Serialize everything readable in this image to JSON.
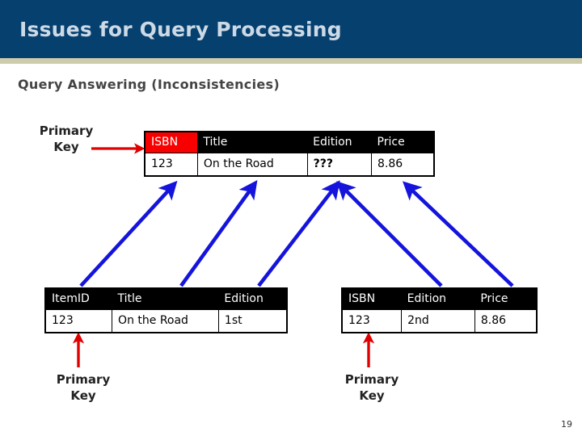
{
  "header": {
    "title": "Issues for Query Processing",
    "bar_color": "#06406f",
    "title_color": "#ccd9e6",
    "rule_color": "#ccccaa"
  },
  "subtitle": "Query Answering (Inconsistencies)",
  "labels": {
    "primary_key_top_line1": "Primary",
    "primary_key_top_line2": "Key",
    "primary_key_left_line1": "Primary",
    "primary_key_left_line2": "Key",
    "primary_key_right_line1": "Primary",
    "primary_key_right_line2": "Key"
  },
  "tables": {
    "query_result": {
      "name": "query-result-table",
      "headers": [
        "ISBN",
        "Title",
        "Edition",
        "Price"
      ],
      "rows": [
        [
          "123",
          "On the Road",
          "???",
          "8.86"
        ]
      ],
      "primary_key_column": "ISBN",
      "highlight_color": "#f80000",
      "missing_value_color": "#cc0000"
    },
    "items": {
      "name": "items-source-table",
      "headers": [
        "ItemID",
        "Title",
        "Edition"
      ],
      "rows": [
        [
          "123",
          "On the Road",
          "1st"
        ]
      ],
      "primary_key_column": "ItemID"
    },
    "books": {
      "name": "books-source-table",
      "headers": [
        "ISBN",
        "Edition",
        "Price"
      ],
      "rows": [
        [
          "123",
          "2nd",
          "8.86"
        ]
      ],
      "primary_key_column": "ISBN"
    }
  },
  "arrows": {
    "red_color": "#e00000",
    "blue_color": "#1414dc",
    "mapping_arrow_count": 5
  },
  "page_number": "19"
}
